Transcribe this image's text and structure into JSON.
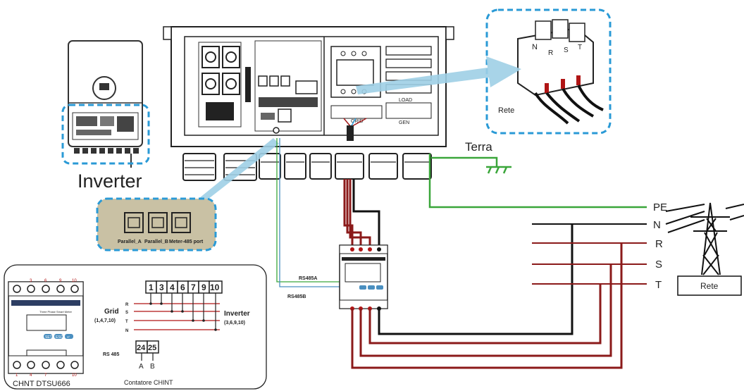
{
  "labels": {
    "inverter": "Inverter",
    "terra": "Terra",
    "rete_top": "Rete",
    "rete_tower": "Rete",
    "pe": "PE",
    "n": "N",
    "r": "R",
    "s": "S",
    "t": "T",
    "rs485a": "RS485A",
    "rs485b": "RS485B",
    "parallel_a": "Parallel_A",
    "parallel_b": "Parallel_B",
    "meter_port": "Meter-485 port",
    "load": "LOAD",
    "grid": "GRID",
    "gen": "GEN",
    "breaker_n": "N",
    "breaker_r": "R",
    "breaker_s": "S",
    "breaker_t": "T"
  },
  "meter_detail": {
    "model": "CHNT  DTSU666",
    "caption": "Contatore CHINT",
    "terminals": [
      "1",
      "3",
      "4",
      "6",
      "7",
      "9",
      "10"
    ],
    "grid_label": "Grid",
    "grid_terms": "(1,4,7,10)",
    "inverter_label": "Inverter",
    "inverter_terms": "(3,6,9,10)",
    "phases": [
      "R",
      "S",
      "T",
      "N"
    ],
    "rs485_label": "RS 485",
    "rs485_terms": [
      "24",
      "25"
    ],
    "rs485_ab": [
      "A",
      "B"
    ],
    "display_text": "Three Phase Smart Meter",
    "buttons": [
      "SET",
      "ESC",
      "↵"
    ],
    "top_numbers": [
      "3",
      "6",
      "9",
      "10"
    ],
    "bottom_numbers": [
      "1",
      "4",
      "7",
      "10"
    ]
  },
  "colors": {
    "callout": "#2a9ad6",
    "arrow": "#9fcfe6",
    "wire_red": "#8b1a1a",
    "wire_green": "#3aa63a",
    "wire_black": "#111111",
    "port_bg": "#c9c1a4"
  }
}
